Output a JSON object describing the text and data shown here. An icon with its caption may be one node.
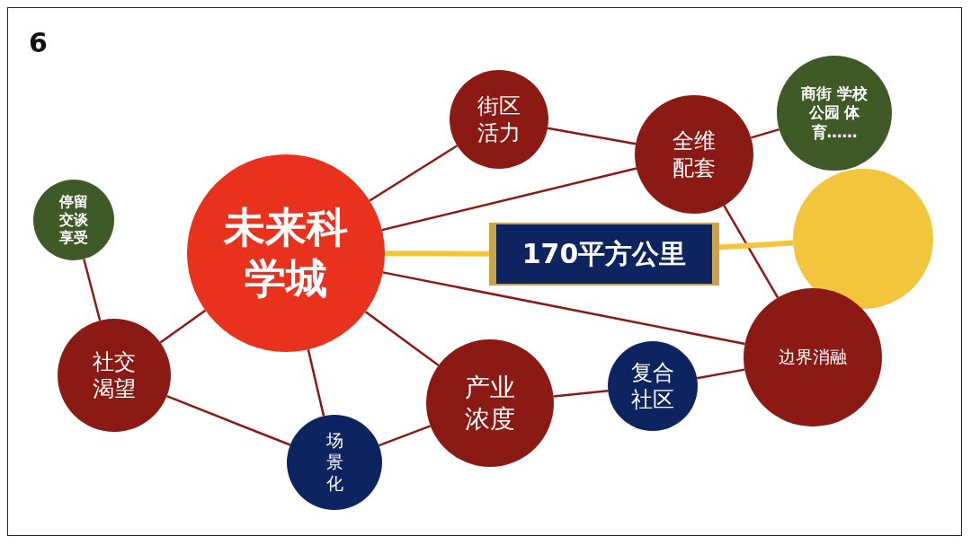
{
  "diagram": {
    "nodes": [
      {
        "text": [
          "停留交谈享受"
        ]
      },
      {
        "text": [
          "未来科学城"
        ]
      },
      {
        "text": [
          "街区活力"
        ]
      },
      {
        "text": [
          "全维配套"
        ]
      },
      {
        "text": [
          "商街 学校公园 体育……"
        ]
      },
      {
        "text": [
          "170平方公里"
        ]
      },
      {
        "text": [],
        "shape": "circle"
      },
      {
        "text": [
          "社交渴望"
        ]
      },
      {
        "text": [
          "产业浓度"
        ]
      },
      {
        "text": [
          "复合社区"
        ]
      },
      {
        "text": [
          "边界消融"
        ]
      },
      {
        "text": [
          "场景化"
        ]
      }
    ],
    "edges": [
      {
        "from": 0,
        "to": 7,
        "arrow": "none"
      },
      {
        "from": 7,
        "to": 1,
        "arrow": "none"
      },
      {
        "from": 7,
        "to": 11,
        "arrow": "none"
      },
      {
        "from": 1,
        "to": 11,
        "arrow": "none"
      },
      {
        "from": 1,
        "to": 8,
        "arrow": "none"
      },
      {
        "from": 11,
        "to": 8,
        "arrow": "none"
      },
      {
        "from": 1,
        "to": 2,
        "arrow": "none"
      },
      {
        "from": 2,
        "to": 3,
        "arrow": "none"
      },
      {
        "from": 1,
        "to": 3,
        "arrow": "none"
      },
      {
        "from": 3,
        "to": 4,
        "arrow": "none"
      },
      {
        "from": 3,
        "to": 10,
        "arrow": "none"
      },
      {
        "from": 1,
        "to": 10,
        "arrow": "none"
      },
      {
        "from": 8,
        "to": 9,
        "arrow": "none"
      },
      {
        "from": 9,
        "to": 10,
        "arrow": "none"
      },
      {
        "from": 1,
        "to": 5,
        "arrow": "none",
        "style": "thick",
        "color": "#f2c53d"
      },
      {
        "from": 5,
        "to": 6,
        "arrow": "none",
        "style": "thick",
        "color": "#f2c53d"
      }
    ],
    "labels": [
      "6"
    ]
  }
}
